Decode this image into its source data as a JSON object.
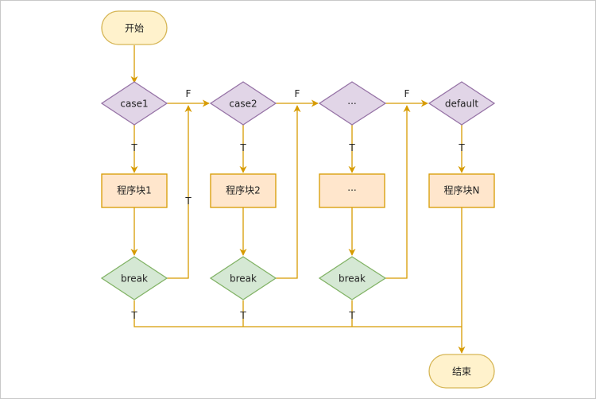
{
  "colors": {
    "edge": "#d79b00",
    "terminal_fill": "#fff2cc",
    "terminal_stroke": "#d6b656",
    "decision_fill": "#e1d5e7",
    "decision_stroke": "#9673a6",
    "process_fill": "#ffe6cc",
    "process_stroke": "#d79b00",
    "break_fill": "#d5e8d4",
    "break_stroke": "#82b366"
  },
  "nodes": {
    "start": "开始",
    "end": "结束",
    "case1": "case1",
    "case2": "case2",
    "case_more": "···",
    "default": "default",
    "block1": "程序块1",
    "block2": "程序块2",
    "block_more": "···",
    "blockN": "程序块N",
    "break1": "break",
    "break2": "break",
    "break3": "break"
  },
  "labels": {
    "false": "F",
    "true": "T"
  }
}
